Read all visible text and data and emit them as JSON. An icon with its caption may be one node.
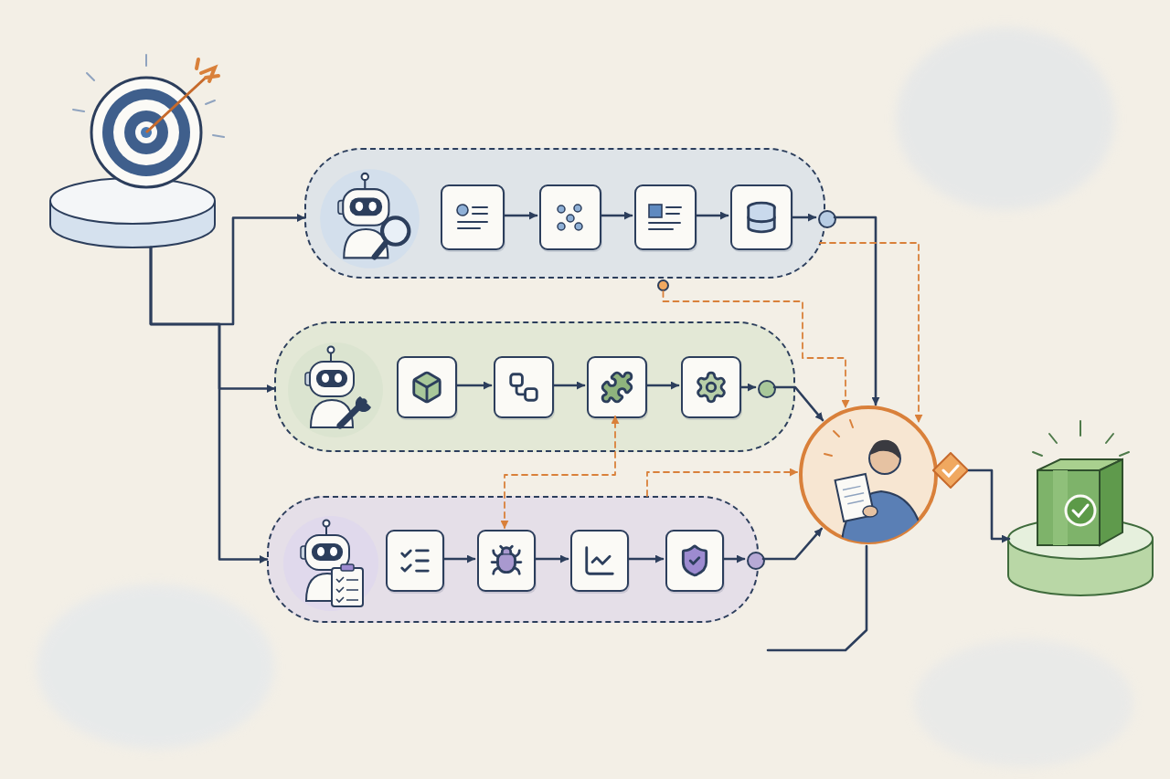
{
  "diagram": {
    "nodes": [
      {
        "text": [],
        "shape": "picture"
      },
      {
        "text": [],
        "shape": "box"
      },
      {
        "text": [],
        "shape": "picture",
        "in": 1
      },
      {
        "text": [],
        "shape": "box",
        "in": 1
      },
      {
        "text": [],
        "shape": "box",
        "in": 1
      },
      {
        "text": [],
        "shape": "box",
        "in": 1
      },
      {
        "text": [],
        "shape": "box",
        "in": 1
      },
      {
        "text": [],
        "shape": "circle",
        "in": 1
      },
      {
        "text": [],
        "shape": "box"
      },
      {
        "text": [],
        "shape": "picture",
        "in": 8
      },
      {
        "text": [],
        "shape": "box",
        "in": 8
      },
      {
        "text": [],
        "shape": "box",
        "in": 8
      },
      {
        "text": [],
        "shape": "box",
        "in": 8
      },
      {
        "text": [],
        "shape": "box",
        "in": 8
      },
      {
        "text": [],
        "shape": "circle",
        "in": 8
      },
      {
        "text": [],
        "shape": "box"
      },
      {
        "text": [],
        "shape": "picture",
        "in": 15
      },
      {
        "text": [],
        "shape": "box",
        "in": 15
      },
      {
        "text": [],
        "shape": "box",
        "in": 15
      },
      {
        "text": [],
        "shape": "box",
        "in": 15
      },
      {
        "text": [],
        "shape": "box",
        "in": 15
      },
      {
        "text": [],
        "shape": "circle",
        "in": 15
      },
      {
        "text": [],
        "shape": "picture"
      },
      {
        "text": [],
        "shape": "diamond"
      },
      {
        "text": [],
        "shape": "picture"
      },
      {
        "text": [],
        "shape": "circle"
      }
    ],
    "edges": [
      {
        "from": 0,
        "to": 1,
        "arrow": "to"
      },
      {
        "from": 0,
        "to": 8,
        "arrow": "to"
      },
      {
        "from": 0,
        "to": 15,
        "arrow": "to"
      },
      {
        "from": 3,
        "to": 4,
        "arrow": "to"
      },
      {
        "from": 4,
        "to": 5,
        "arrow": "to"
      },
      {
        "from": 5,
        "to": 6,
        "arrow": "to"
      },
      {
        "from": 6,
        "to": 7,
        "arrow": "to"
      },
      {
        "from": 10,
        "to": 11,
        "arrow": "to"
      },
      {
        "from": 11,
        "to": 12,
        "arrow": "to"
      },
      {
        "from": 12,
        "to": 13,
        "arrow": "to"
      },
      {
        "from": 13,
        "to": 14,
        "arrow": "to"
      },
      {
        "from": 17,
        "to": 18,
        "arrow": "to"
      },
      {
        "from": 18,
        "to": 19,
        "arrow": "to"
      },
      {
        "from": 19,
        "to": 20,
        "arrow": "to"
      },
      {
        "from": 20,
        "to": 21,
        "arrow": "to"
      },
      {
        "from": 7,
        "to": 22,
        "arrow": "to"
      },
      {
        "from": 14,
        "to": 22,
        "arrow": "to"
      },
      {
        "from": 21,
        "to": 22,
        "arrow": "to"
      },
      {
        "from": 1,
        "to": 22,
        "arrow": "to",
        "style": "dashed",
        "color": "#d9803a"
      },
      {
        "from": 25,
        "to": 22,
        "arrow": "to",
        "style": "dashed",
        "color": "#d9803a"
      },
      {
        "from": 18,
        "to": 12,
        "arrow": "both",
        "style": "dashed",
        "color": "#d9803a"
      },
      {
        "from": 15,
        "to": 22,
        "arrow": "to",
        "style": "dashed",
        "color": "#d9803a"
      },
      {
        "from": null,
        "to": 22,
        "arrow": "none"
      },
      {
        "from": 23,
        "to": 24,
        "arrow": "to"
      }
    ]
  }
}
